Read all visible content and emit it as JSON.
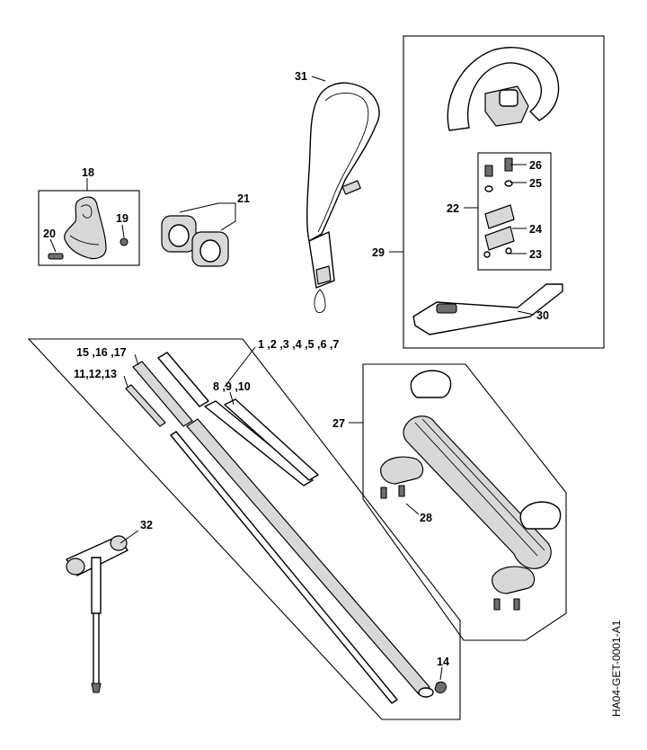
{
  "diagram": {
    "labels": {
      "p31": "31",
      "p18": "18",
      "p21": "21",
      "p19": "19",
      "p20": "20",
      "p26": "26",
      "p25": "25",
      "p22": "22",
      "p24": "24",
      "p23": "23",
      "p29": "29",
      "p30": "30",
      "p1to7": "1 ,2 ,3 ,4 ,5 ,6 ,7",
      "p15to17": "15 ,16 ,17",
      "p11to13": "11,12,13",
      "p8to10": "8 ,9 ,10",
      "p27": "27",
      "p28": "28",
      "p32": "32",
      "p14": "14"
    },
    "document_id": "HA04-GET-0001-A1"
  }
}
